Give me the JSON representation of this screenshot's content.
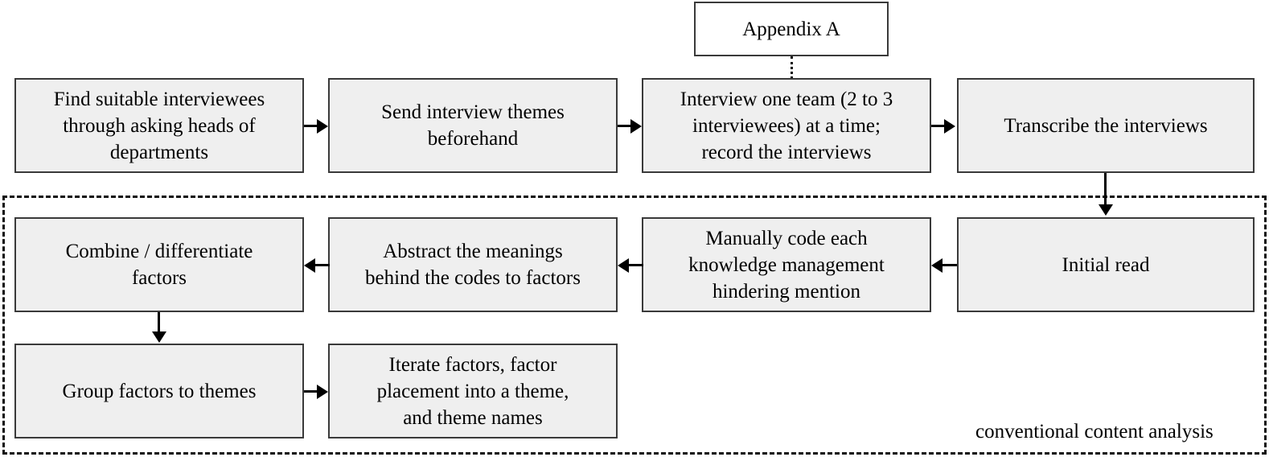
{
  "diagram": {
    "title_label": "Appendix A",
    "group_label": "conventional content analysis",
    "nodes": {
      "appendix_a": "Appendix A",
      "find_interviewees": "Find suitable interviewees\nthrough asking heads of\ndepartments",
      "send_themes": "Send interview themes\nbeforehand",
      "interview_team": "Interview one team (2 to 3\ninterviewees) at a time;\nrecord the interviews",
      "transcribe": "Transcribe the interviews",
      "initial_read": "Initial read",
      "manually_code": "Manually code each\nknowledge management\nhindering mention",
      "abstract_meanings": "Abstract the meanings\nbehind the codes to factors",
      "combine_differentiate": "Combine / differentiate\nfactors",
      "group_factors": "Group factors to themes",
      "iterate_factors": "Iterate factors, factor\nplacement into a theme,\nand theme names"
    },
    "colors": {
      "box_fill": "#efefef",
      "box_border": "#3a3a3a",
      "plain_fill": "#ffffff",
      "connector": "#000000",
      "group_border": "#111111",
      "background": "#ffffff"
    }
  }
}
